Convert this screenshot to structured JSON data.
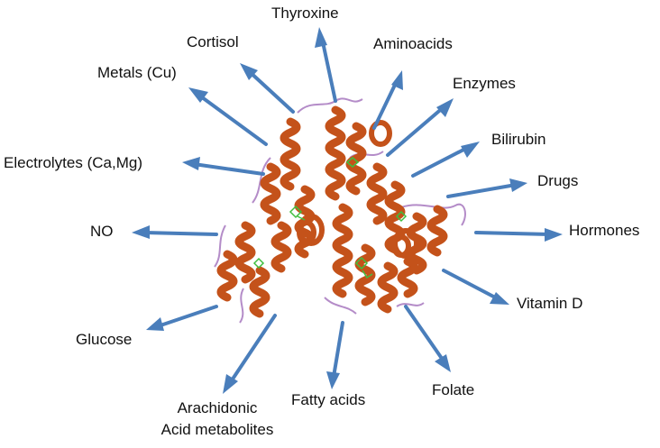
{
  "diagram": {
    "colors": {
      "arrow": "#4a7ebb",
      "helix": "#c4521a",
      "helix_dark": "#8e3610",
      "coil": "#b48cc8",
      "ligand": "#3fbf3f",
      "text": "#111111"
    },
    "center_image": "albumin-protein-ribbon-structure",
    "labels": {
      "thyroxine": "Thyroxine",
      "cortisol": "Cortisol",
      "aminoacids": "Aminoacids",
      "metals": "Metals (Cu)",
      "enzymes": "Enzymes",
      "bilirubin": "Bilirubin",
      "electrolytes": "Electrolytes (Ca,Mg)",
      "drugs": "Drugs",
      "no": "NO",
      "hormones": "Hormones",
      "vitamin_d": "Vitamin D",
      "glucose": "Glucose",
      "folate": "Folate",
      "fatty_acids": "Fatty acids",
      "arachidonic_1": "Arachidonic",
      "arachidonic_2": "Acid metabolites"
    }
  }
}
